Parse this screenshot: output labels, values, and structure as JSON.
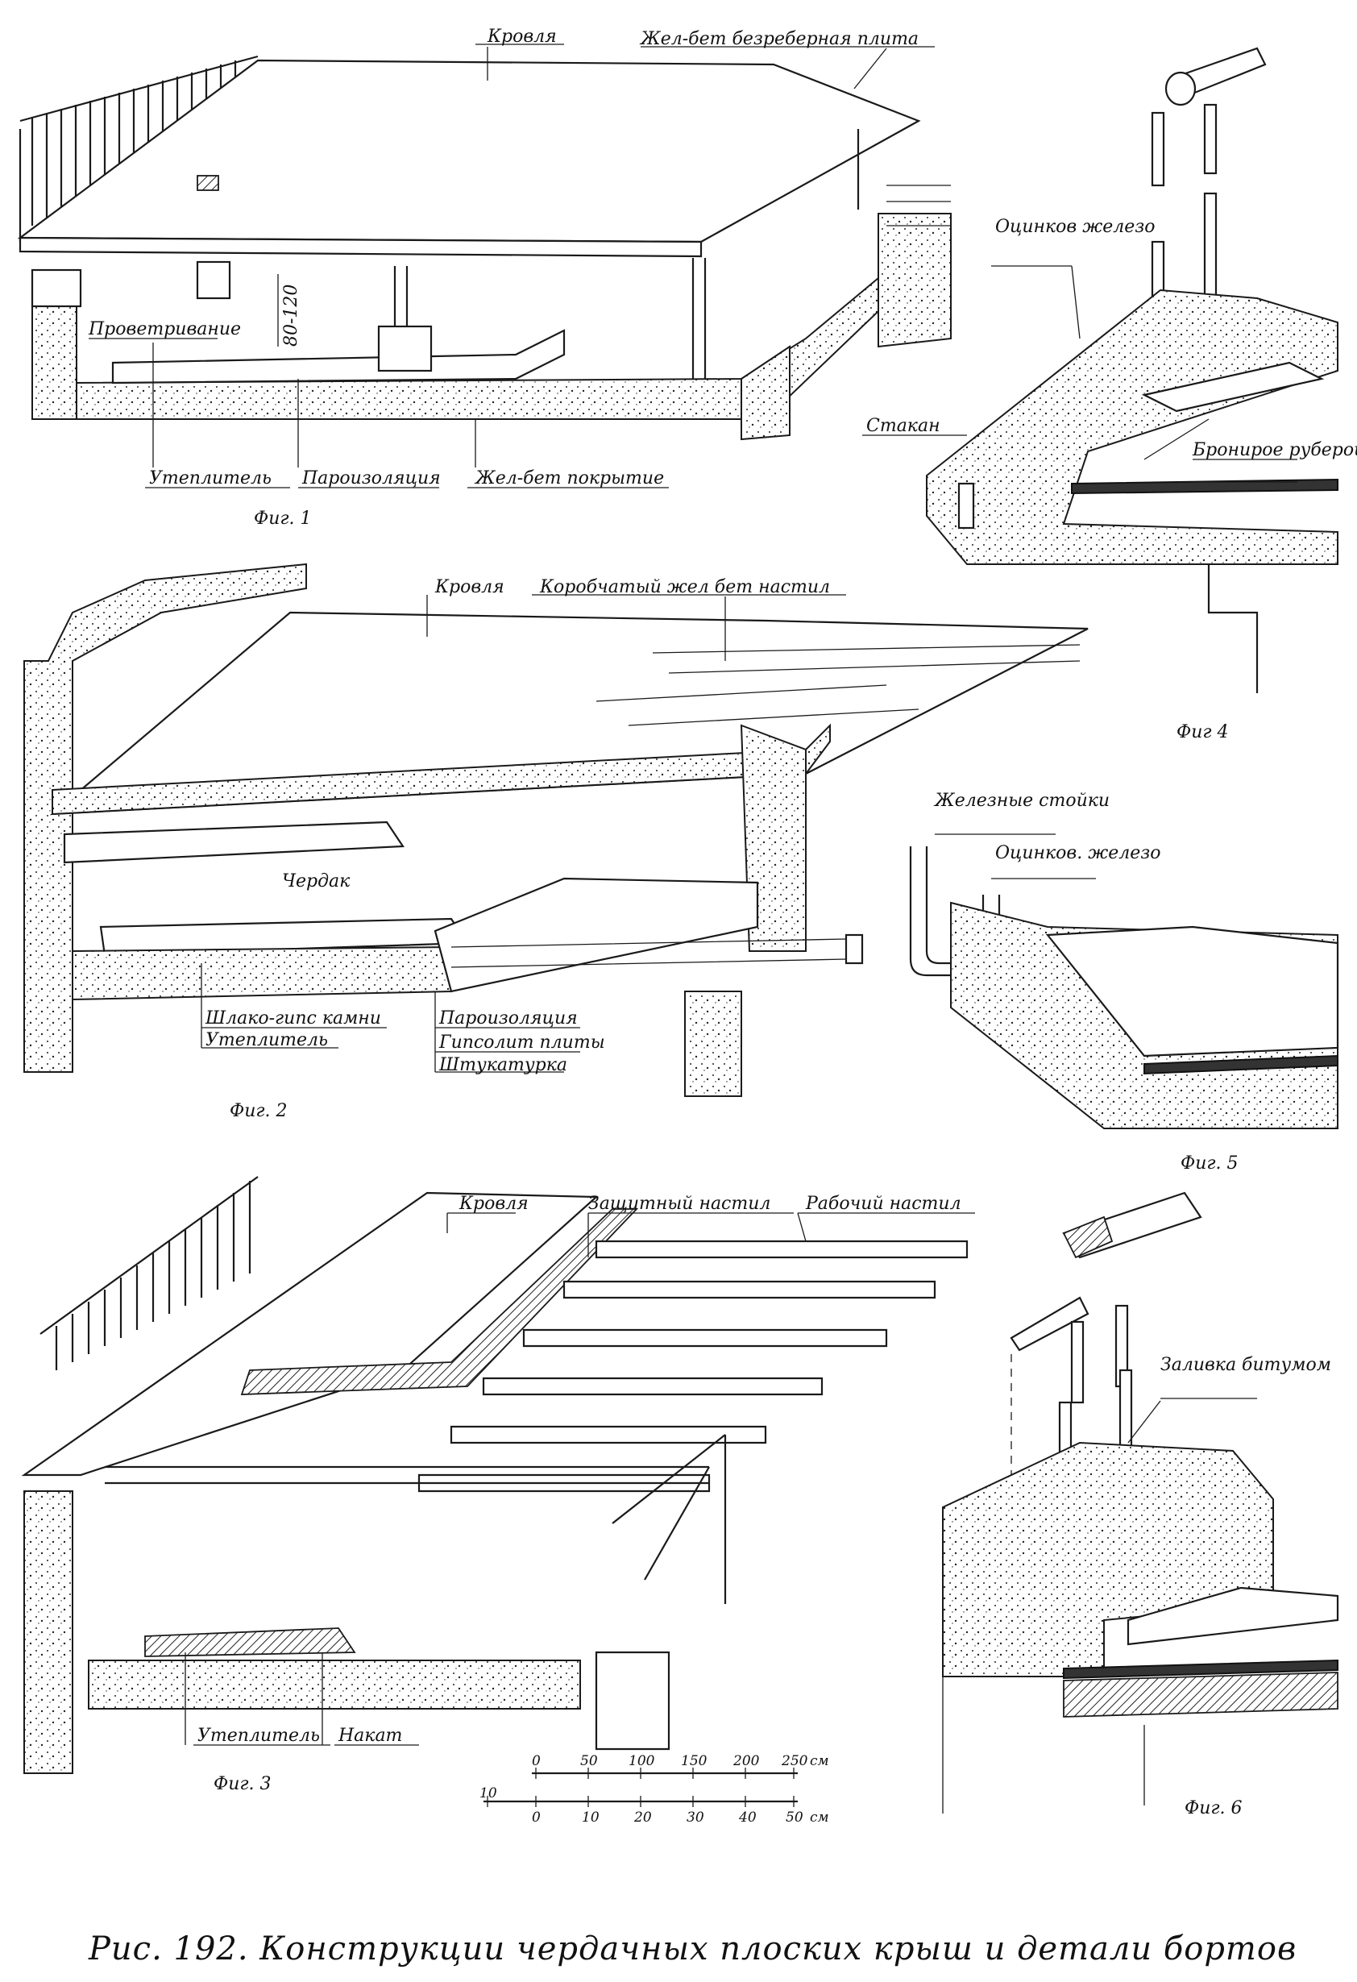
{
  "caption": "Рис. 192. Конструкции чердачных плоских крыш и детали бортов",
  "fig1": {
    "label": "Фиг. 1",
    "roofing": "Кровля",
    "slab": "Жел-бет безреберная плита",
    "ventilation": "Проветривание",
    "dimension": "80-120",
    "insulation": "Утеплитель",
    "vapor_barrier": "Пароизоляция",
    "rc_cover": "Жел-бет покрытие"
  },
  "fig2": {
    "label": "Фиг. 2",
    "roofing": "Кровля",
    "box_deck": "Коробчатый жел бет настил",
    "attic": "Чердак",
    "slag_gypsum": "Шлако-гипс камни",
    "insulation": "Утеплитель",
    "vapor_barrier": "Пароизоляция",
    "gypsolite": "Гипсолит плиты",
    "plaster": "Штукатурка"
  },
  "fig3": {
    "label": "Фиг. 3",
    "roofing": "Кровля",
    "protective_deck": "Защитный настил",
    "working_deck": "Рабочий настил",
    "insulation": "Утеплитель",
    "nakat": "Накат"
  },
  "fig4": {
    "label": "Фиг 4",
    "galv_iron": "Оцинков железо",
    "socket": "Стакан",
    "armored_roofing": "Бронирое рубероид"
  },
  "fig5": {
    "label": "Фиг. 5",
    "iron_posts": "Железные стойки",
    "galv_iron": "Оцинков. железо"
  },
  "fig6": {
    "label": "Фиг. 6",
    "bitumen_fill": "Заливка битумом"
  },
  "scale": {
    "top_ticks": [
      "0",
      "50",
      "100",
      "150",
      "200",
      "250"
    ],
    "top_unit": "см",
    "bottom_ticks": [
      "10",
      "0",
      "10",
      "20",
      "30",
      "40",
      "50"
    ],
    "bottom_unit": "см"
  }
}
